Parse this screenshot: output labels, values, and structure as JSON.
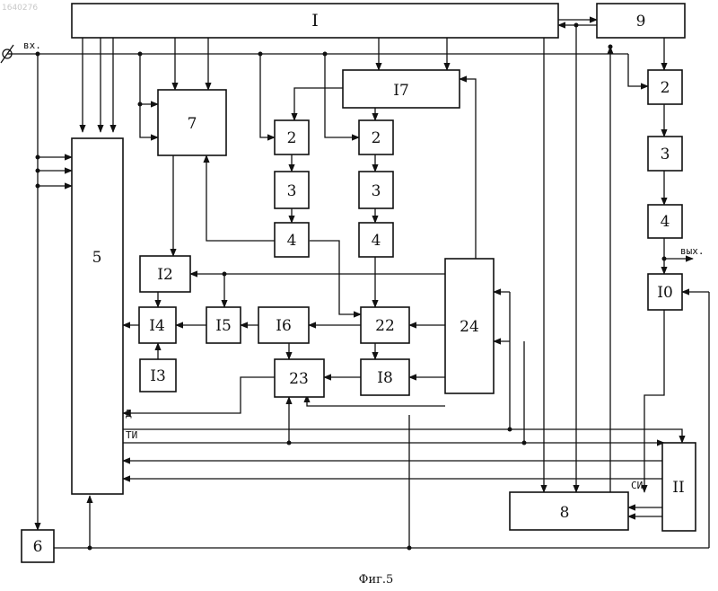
{
  "watermark": "1640276",
  "blocks": {
    "b1": "I",
    "b9": "9",
    "b17": "I7",
    "b7": "7",
    "b5": "5",
    "b2a": "2",
    "b2b": "2",
    "b2c": "2",
    "b3a": "3",
    "b3b": "3",
    "b3c": "3",
    "b4a": "4",
    "b4b": "4",
    "b4c": "4",
    "b10": "I0",
    "b12": "I2",
    "b14": "I4",
    "b15": "I5",
    "b16": "I6",
    "b22": "22",
    "b24": "24",
    "b13": "I3",
    "b23": "23",
    "b18": "I8",
    "b11": "II",
    "b8": "8",
    "b6": "6"
  },
  "labels": {
    "input": "вх.",
    "output": "вых.",
    "d": "Д",
    "ti": "ТИ",
    "si": "СИ"
  },
  "caption": "Фиг.5"
}
